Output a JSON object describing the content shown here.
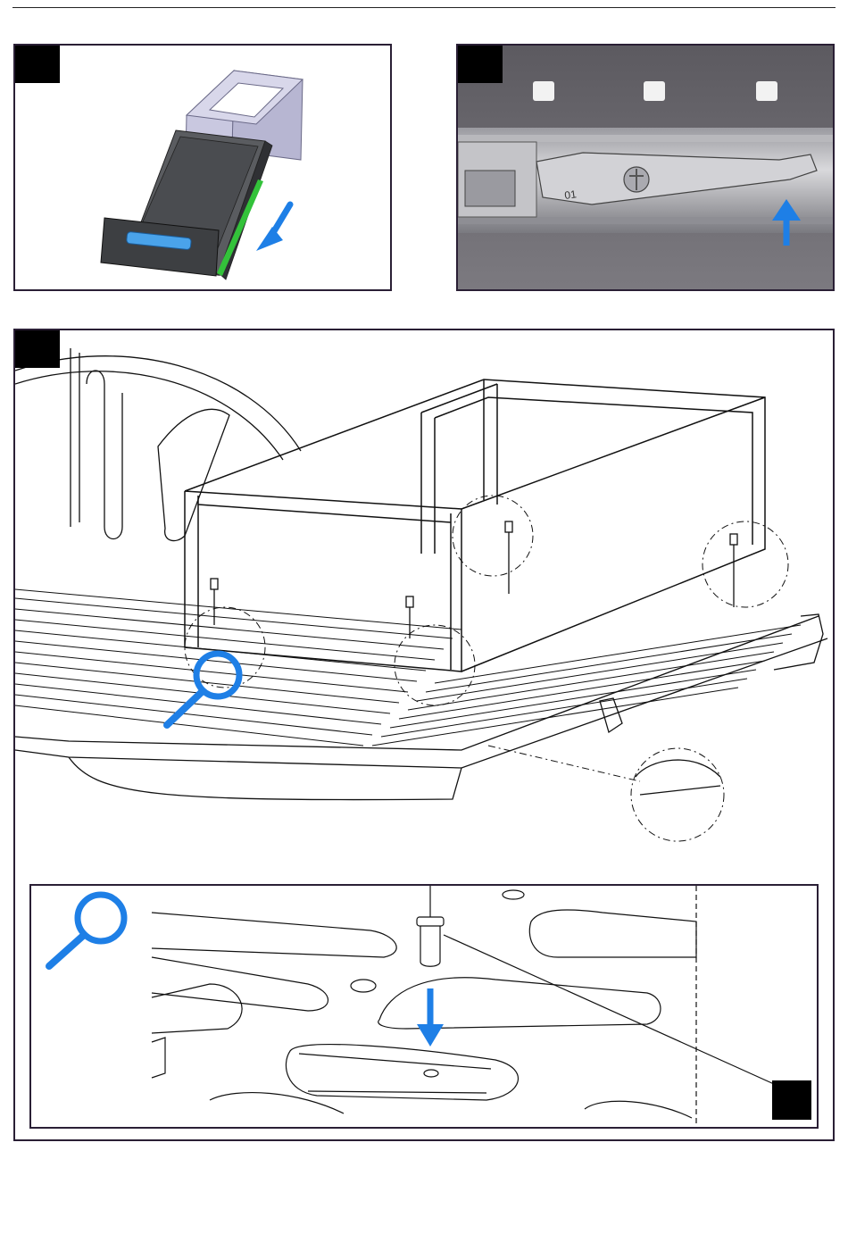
{
  "page": {
    "background": "#ffffff",
    "frame_color": "#2a1f35"
  },
  "panels": [
    {
      "name": "drawer-removal",
      "number_label": "",
      "arrow_icon": "arrow-down-left-icon"
    },
    {
      "name": "rail-release-lever",
      "number_label": "",
      "arrow_icon": "arrow-up-icon"
    },
    {
      "name": "cabinet-mounting",
      "number_label": "",
      "detail_icon": "magnifier-icon"
    }
  ],
  "detail": {
    "icon": "magnifier-icon",
    "callout_label": "",
    "arrow_icon": "arrow-down-icon"
  },
  "colors": {
    "arrow_blue": "#1e7fe6",
    "rail_green": "#33c23a",
    "handle_blue": "#4aa3ea",
    "drawer_dark": "#3d3f42",
    "cabinet_lilac": "#a9a8c6",
    "black_box": "#000000"
  }
}
